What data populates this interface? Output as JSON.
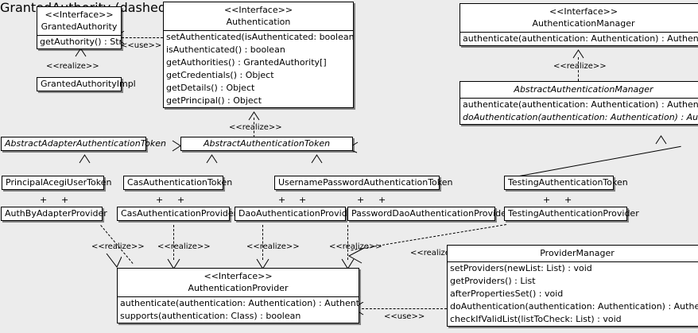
{
  "diagram": {
    "kind": "uml-class-diagram",
    "background": "#ececec",
    "line_color": "#000000",
    "box_fill": "#ffffff"
  },
  "stereotypes": {
    "interface": "<<Interface>>",
    "realize": "<<realize>>",
    "use": "<<use>>",
    "plus": "+"
  },
  "classes": {
    "granted_authority": {
      "stereotype": "<<Interface>>",
      "name": "GrantedAuthority",
      "operations": [
        "getAuthority() : String"
      ]
    },
    "granted_authority_impl": {
      "name": "GrantedAuthorityImpl"
    },
    "authentication": {
      "stereotype": "<<Interface>>",
      "name": "Authentication",
      "operations": [
        "setAuthenticated(isAuthenticated: boolean) : void",
        "isAuthenticated() : boolean",
        "getAuthorities() : GrantedAuthority[]",
        "getCredentials() : Object",
        "getDetails() : Object",
        "getPrincipal() : Object"
      ]
    },
    "authentication_manager": {
      "stereotype": "<<Interface>>",
      "name": "AuthenticationManager",
      "operations": [
        "authenticate(authentication: Authentication) : Authentication"
      ]
    },
    "abstract_authentication_manager": {
      "name": "AbstractAuthenticationManager",
      "operations": [
        "authenticate(authentication: Authentication) : Authentication",
        "doAuthentication(authentication: Authentication) : Authentication"
      ]
    },
    "abstract_adapter_authentication_token": {
      "name": "AbstractAdapterAuthenticationToken"
    },
    "abstract_authentication_token": {
      "name": "AbstractAuthenticationToken"
    },
    "principal_acegi_user_token": {
      "name": "PrincipalAcegiUserToken"
    },
    "cas_authentication_token": {
      "name": "CasAuthenticationToken"
    },
    "username_password_authentication_token": {
      "name": "UsernamePasswordAuthenticationToken"
    },
    "testing_authentication_token": {
      "name": "TestingAuthenticationToken"
    },
    "auth_by_adapter_provider": {
      "name": "AuthByAdapterProvider"
    },
    "cas_authentication_provider": {
      "name": "CasAuthenticationProvider"
    },
    "dao_authentication_provider": {
      "name": "DaoAuthenticationProvider"
    },
    "password_dao_authentication_provider": {
      "name": "PasswordDaoAuthenticationProvider"
    },
    "testing_authentication_provider": {
      "name": "TestingAuthenticationProvider"
    },
    "authentication_provider": {
      "stereotype": "<<Interface>>",
      "name": "AuthenticationProvider",
      "operations": [
        "authenticate(authentication: Authentication) : Authentication",
        "supports(authentication: Class) : boolean"
      ]
    },
    "provider_manager": {
      "name": "ProviderManager",
      "operations": [
        "setProviders(newList: List) : void",
        "getProviders() : List",
        "afterPropertiesSet() : void",
        "doAuthentication(authentication: Authentication) : Authentication",
        "checkIfValidList(listToCheck: List) : void"
      ]
    }
  },
  "relationship_labels": {
    "use_authentication_grantedauthority": "<<use>>",
    "realize_grantedauthorityimpl": "<<realize>>",
    "realize_abstract_token": "<<realize>>",
    "realize_abstract_manager": "<<realize>>",
    "realize_authbyadapter": "<<realize>>",
    "realize_cas": "<<realize>>",
    "realize_dao": "<<realize>>",
    "realize_passworddao": "<<realize>>",
    "realize_testing": "<<realize>>",
    "use_providermanager": "<<use>>"
  }
}
